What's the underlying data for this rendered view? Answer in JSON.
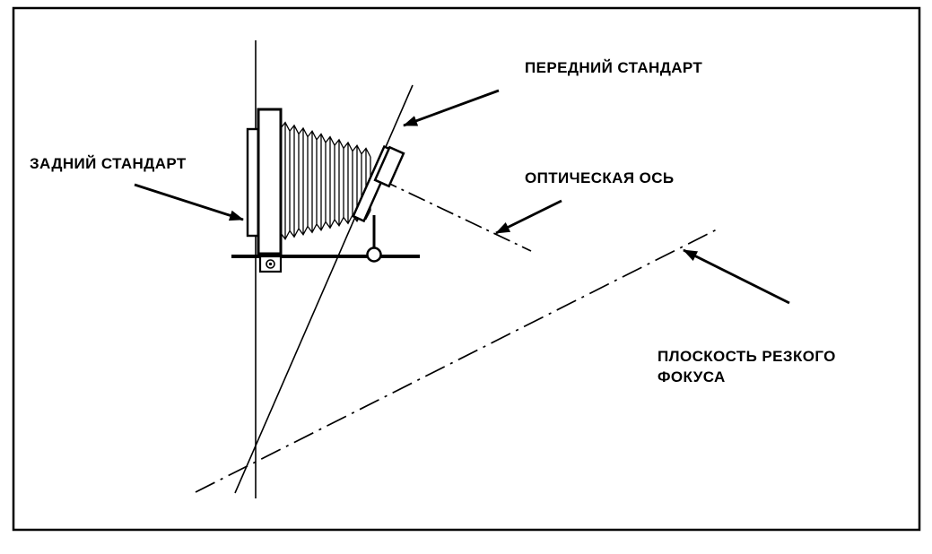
{
  "diagram": {
    "labels": {
      "front_standard": "ПЕРЕДНИЙ СТАНДАРТ",
      "rear_standard": "ЗАДНИЙ СТАНДАРТ",
      "optical_axis": "ОПТИЧЕСКАЯ ОСЬ",
      "focus_plane": "ПЛОСКОСТЬ РЕЗКОГО ФОКУСА"
    },
    "colors": {
      "line": "#000000",
      "background": "#ffffff"
    }
  }
}
